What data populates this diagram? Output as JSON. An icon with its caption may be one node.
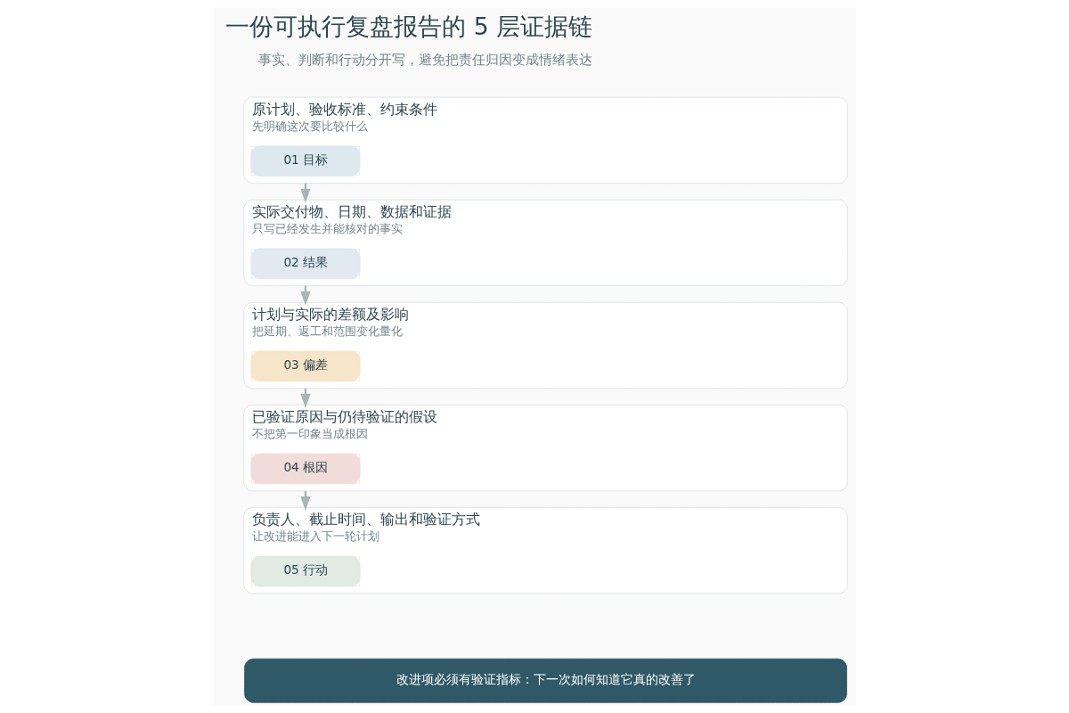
{
  "diagram": {
    "title": "一份可执行复盘报告的 5 层证据链",
    "nodes": [
      {
        "text": [
          "原计划、验收标准、约束条件",
          "先明确这次要比较什么"
        ]
      },
      {
        "text": [
          "01 目标"
        ],
        "in": 0
      },
      {
        "text": [
          "实际交付物、日期、数据和证据",
          "只写已经发生并能核对的事实"
        ]
      },
      {
        "text": [
          "02 结果"
        ],
        "in": 2
      },
      {
        "text": [
          "计划与实际的差额及影响",
          "把延期、返工和范围变化量化"
        ]
      },
      {
        "text": [
          "03 偏差"
        ],
        "in": 4
      },
      {
        "text": [
          "已验证原因与仍待验证的假设",
          "不把第一印象当成根因"
        ]
      },
      {
        "text": [
          "04 根因"
        ],
        "in": 6
      },
      {
        "text": [
          "负责人、截止时间、输出和验证方式",
          "让改进能进入下一轮计划"
        ]
      },
      {
        "text": [
          "05 行动"
        ],
        "in": 8
      },
      {
        "text": [
          "改进项必须有验证指标：下一次如何知道它真的改善了"
        ]
      }
    ],
    "edges": [
      {
        "from": 0,
        "to": 2,
        "arrow": "to"
      },
      {
        "from": 2,
        "to": 4,
        "arrow": "to"
      },
      {
        "from": 4,
        "to": 6,
        "arrow": "to"
      },
      {
        "from": 6,
        "to": 8,
        "arrow": "to"
      }
    ],
    "labels": [
      "事实、判断和行动分开写，避免把责任归因变成情绪表达"
    ]
  }
}
